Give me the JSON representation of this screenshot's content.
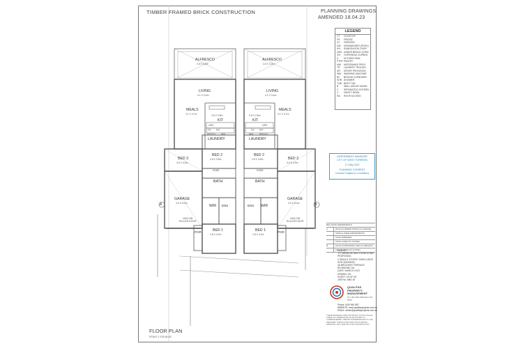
{
  "header": {
    "left_title": "TIMBER FRAMED BRICK CONSTRUCTION",
    "right_title": "PLANNING DRAWINGS",
    "right_subtitle": "AMENDED 18.04.23"
  },
  "footer": {
    "plan_title": "FLOOR PLAN",
    "scale": "SCALE 1:100 @ A3"
  },
  "grid_markers": {
    "left": "A",
    "right": "B"
  },
  "rooms": {
    "alfresco": "ALFRESCO",
    "alfresco_dim": "4.5 X 3.2m",
    "living": "LIVING",
    "living_dim": "4.1 X 3.4m",
    "meals": "MEALS",
    "meals_dim": "3.1 X 4.7m",
    "kit": "KIT",
    "kit_dim": "3.6 X 2.8m",
    "laundry": "LAUNDRY",
    "bed2": "BED 2",
    "bed2_dim": "2.8 X 3.6m",
    "bed3": "BED 3",
    "bed3_dim": "3.0 X 3.3m",
    "robe": "ROBE",
    "bath": "BATH",
    "garage": "GARAGE",
    "garage_dim": "3.0 X 6.0m",
    "roller_door": "2400 O/B ROLLER DOOR",
    "wir": "WIR",
    "ens": "ENS",
    "bed1": "BED 1",
    "bed1_dim": "2.8 X 4.0m",
    "por": "POR",
    "fr": "FR",
    "pp": "P/P",
    "bench": "BENCH",
    "ubo": "UBO",
    "wm": "WM"
  },
  "legend": {
    "title": "LEGEND",
    "items": [
      {
        "code": "CT",
        "text": "COOKTOP"
      },
      {
        "code": "FR",
        "text": "FRIDGE"
      },
      {
        "code": "FZ",
        "text": "FREEZER"
      },
      {
        "code": "DW",
        "text": "DISHWASHER (PROV)"
      },
      {
        "code": "RH",
        "text": "RANGEHOOD OVER"
      },
      {
        "code": "UBO",
        "text": "UNDER BENCH OVEN"
      },
      {
        "code": "OH",
        "text": "OVERHEAD CUPBDS"
      },
      {
        "code": "S",
        "text": "KITCHEN SINK"
      },
      {
        "code": "PTRY",
        "text": "PANTRY"
      },
      {
        "code": "MW",
        "text": "MICROWAVE PROV"
      },
      {
        "code": "TR",
        "text": "LAUNDRY TROUGH"
      },
      {
        "code": "DR",
        "text": "DRYER PROVISION"
      },
      {
        "code": "WM",
        "text": "WASHING MACHINE"
      },
      {
        "code": "BC",
        "text": "BROOM CUPBOARD"
      },
      {
        "code": "SHR",
        "text": "SHOWER"
      },
      {
        "code": "TUB",
        "text": "BATH TUB"
      },
      {
        "code": "B",
        "text": "WALL MOUNT BASIN"
      },
      {
        "code": "C",
        "text": "SEPARATED CISTERN"
      },
      {
        "code": "V",
        "text": "VANITY BOWL"
      },
      {
        "code": "RA",
        "text": "ROOF ACCESS"
      }
    ]
  },
  "stamp": {
    "line1": "ASSESSMENT MANAGER",
    "line2": "CITY OF WEST TORRENS",
    "line3": "17 May 2023",
    "line4": "PLANNING CONSENT",
    "line5": "Consent Subject to Conditions"
  },
  "revisions": {
    "header": "REV   DATE   AMENDMENTS",
    "rows": [
      {
        "rev": "A",
        "text": "06.02.23 AMEND PORCH & GARAGE"
      },
      {
        "rev": "",
        "text": "SINGLE TREE AMENDMENTS"
      },
      {
        "rev": "",
        "text": "TANK AMENDED"
      },
      {
        "rev": "",
        "text": "TANK CAPACITY NOTED"
      },
      {
        "rev": "B",
        "text": "18.04.23 RETAINING WALLS HEIGHTS"
      },
      {
        "rev": "",
        "text": "FENCE HEIGHTS NOTED"
      }
    ]
  },
  "info": {
    "client_label": "CLIENT:",
    "client": "JJ CARNEGIE AND FIONA KONIC",
    "proposed_label": "PROPOSED:",
    "proposed": "2 SINGLE STOREY DWELLINGS",
    "address_label": "SITE ADDRESS:",
    "address": "46 BROOKER TERRACE RICHMOND SA",
    "date": "DATE:    MARCH 2023",
    "drawn": "DRAWN:   KN",
    "sheet": "SHEET:   03 OF 05",
    "job": "JOB No:  ABA 18"
  },
  "company": {
    "name": "QUALITAS PROPERTY MANAGEMENT",
    "address": "P.O. Box 891 Marleston SA 5033",
    "phone": "Phone: 0419 861 887",
    "website": "WEBSITE: www.qualitasprojects.com.au",
    "email": "EMAIL: admin@qualitasprojects.com.au"
  },
  "notes": "THESE DRAWINGS ARE COPYRIGHT. DO NOT SCALE. CHECK ALL DIMENSIONS ON SITE PRIOR TO COMMENCEMENT. REPORT DISCREPANCIES TO THE DESIGNER. THESE PLANS ARE FOR PLANNING APPROVAL ONLY AND NOT FOR CONSTRUCTION."
}
